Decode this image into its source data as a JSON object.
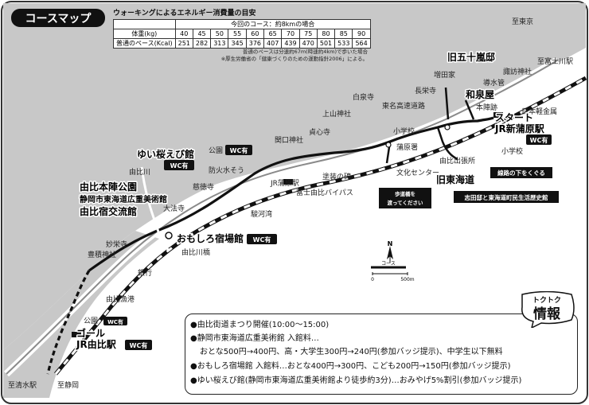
{
  "title": "コースマップ",
  "energy": {
    "title": "ウォーキングによるエネルギー消費量の目安",
    "course_label": "今回のコース：約8kmの場合",
    "weight_label": "体重(kg)",
    "pace_label": "普通のペース(Kcal)",
    "weights": [
      "40",
      "45",
      "50",
      "55",
      "60",
      "65",
      "70",
      "75",
      "80",
      "85",
      "90"
    ],
    "kcal": [
      "251",
      "282",
      "313",
      "345",
      "376",
      "407",
      "439",
      "470",
      "501",
      "533",
      "564"
    ],
    "note1": "普通のペースは分速約67m(時速約4km)で歩いた場合",
    "note2": "※厚生労働省の「健康づくりのための運動指針2006」による。"
  },
  "places": {
    "to_tokyo": "至東京",
    "to_fujikawa": "至富士川駅",
    "to_shimizu": "至清水駅",
    "to_shizuoka": "至静岡",
    "ikazuchi": "旧五十嵐邸",
    "masuda": "増田家",
    "suwa": "諏訪神社",
    "dousuikan": "導水管",
    "chokouji": "長栄寺",
    "wasenya": "和泉屋",
    "honjinato": "本陣跡",
    "start": "スタート",
    "shinkanbara": "JR新蒲原駅",
    "wc1": "WC有",
    "nippon_keikinzoku": "日本軽金属",
    "shougakkou": "小学校",
    "senro": "線路の下をくぐる",
    "tomei": "東名高速道路",
    "shirasakaji": "白泉寺",
    "kamiyama": "上山神社",
    "shougakkou2": "小学校",
    "kanbara_sho": "蒲原署",
    "bunka": "文化センター",
    "yubin": "由比出張所",
    "kyutokaido": "旧東海道",
    "shidabashi": "志田邸と東海道町民生活歴史館",
    "hodoukyou": "歩道橋を渡ってください",
    "sekimon": "関口神社",
    "teishinji": "貞心寺",
    "park": "公園",
    "wc2": "WC有",
    "bouka": "防火水そう",
    "tosou": "塗装の碑",
    "jrkanbara": "JR蒲原駅",
    "fujibypass": "富士由比バイパス",
    "jitokuji": "慈徳寺",
    "suruga": "駿河湾",
    "yuzakura": "ゆい桜えび館",
    "wc3": "WC有",
    "yuigawa": "由比川",
    "honjin_koen": "由比本陣公園",
    "bijutsukan": "静岡市東海道広重美術館",
    "koryukan": "由比宿交流館",
    "daihoji": "大法寺",
    "omoshiro": "おもしろ宿場館",
    "wc4": "WC有",
    "yuikawabashi": "由比川橋",
    "myoeiji": "妙栄寺",
    "toyoshiba": "豊積神社",
    "ginko": "銀行",
    "yuigyoko": "由比漁港",
    "park2": "公園",
    "wc5": "WC有",
    "goal": "ゴール",
    "jryui": "JR由比駅",
    "wc6": "WC有",
    "course_legend": "コース",
    "scale0": "0",
    "scale500": "500m",
    "north": "N"
  },
  "info": {
    "bubble_small": "トクトク",
    "bubble_big": "情報",
    "line1": "●由比街道まつり開催(10:00～15:00)",
    "line2": "●静岡市東海道広重美術館 入館料…",
    "line3": "おとな500円→400円、高・大学生300円→240円(参加バッジ提示)、中学生以下無料",
    "line4": "●おもしろ宿場館 入館料…おとな400円→300円、こども200円→150円(参加バッジ提示)",
    "line5": "●ゆい桜えび館(静岡市東海道広重美術館より徒歩約3分)…おみやげ5%割引(参加バッジ提示)"
  }
}
